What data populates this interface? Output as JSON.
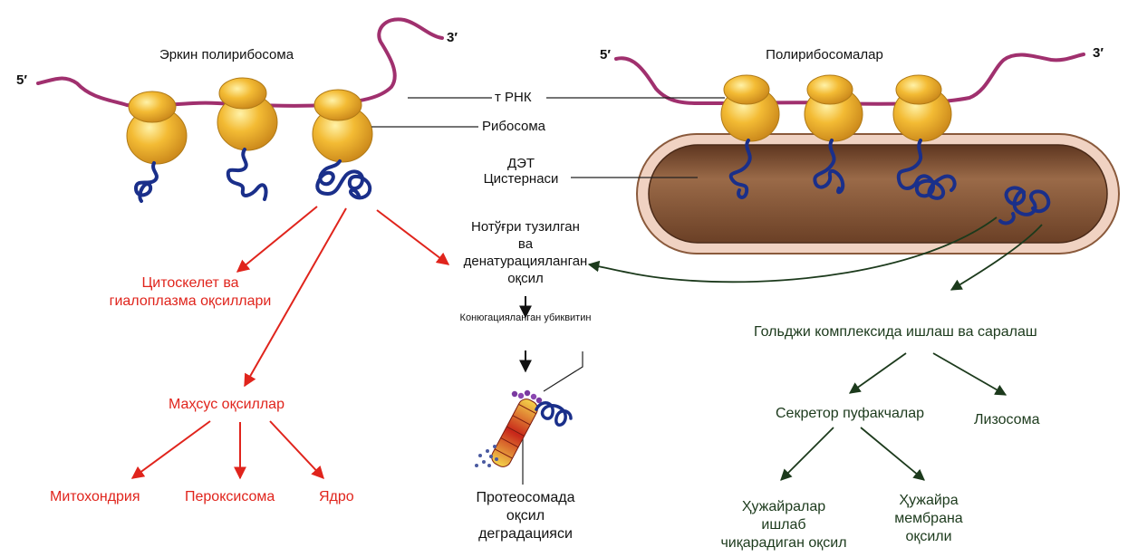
{
  "left": {
    "title": "Эркин полирибосома",
    "five_prime": "5′",
    "three_prime": "3′",
    "targets": {
      "cytoskeleton": "Цитоскелет ва гиалоплазма оқсиллари",
      "special": "Маҳсус оқсиллар",
      "mitochondria": "Митохондрия",
      "peroxisome": "Пероксисома",
      "nucleus": "Ядро"
    }
  },
  "center": {
    "mrna": "т РНК",
    "ribosome": "Рибосома",
    "er_line1": "ДЭТ",
    "er_line2": "Цистернаси",
    "misfolded_line1": "Нотўғри тузилган",
    "misfolded_line2": "ва",
    "misfolded_line3": "денатурацияланган",
    "misfolded_line4": "оқсил",
    "ubiquitin": "Конюгацияланган убиквитин",
    "proteasome_line1": "Протеосомада",
    "proteasome_line2": "оқсил",
    "proteasome_line3": "деградацияси"
  },
  "right": {
    "title": "Полирибосомалар",
    "five_prime": "5′",
    "three_prime": "3′",
    "golgi": "Гольджи комплексида ишлаш ва саралаш",
    "secretory": "Секретор пуфакчалар",
    "lysosome": "Лизосома",
    "secreted_line1": "Ҳужайралар",
    "secreted_line2": "ишлаб",
    "secreted_line3": "чиқарадиган оқсил",
    "membrane_line1": "Ҳужайра",
    "membrane_line2": "мембрана",
    "membrane_line3": "оқсили"
  },
  "colors": {
    "mrna": "#a0306e",
    "ribosome": "#e8a51c",
    "protein": "#1a2f8a",
    "er_fill": "#8a5a3c",
    "er_membrane": "#f2d6c8",
    "red_arrow": "#e0241c",
    "green_arrow": "#1c3a1c"
  }
}
